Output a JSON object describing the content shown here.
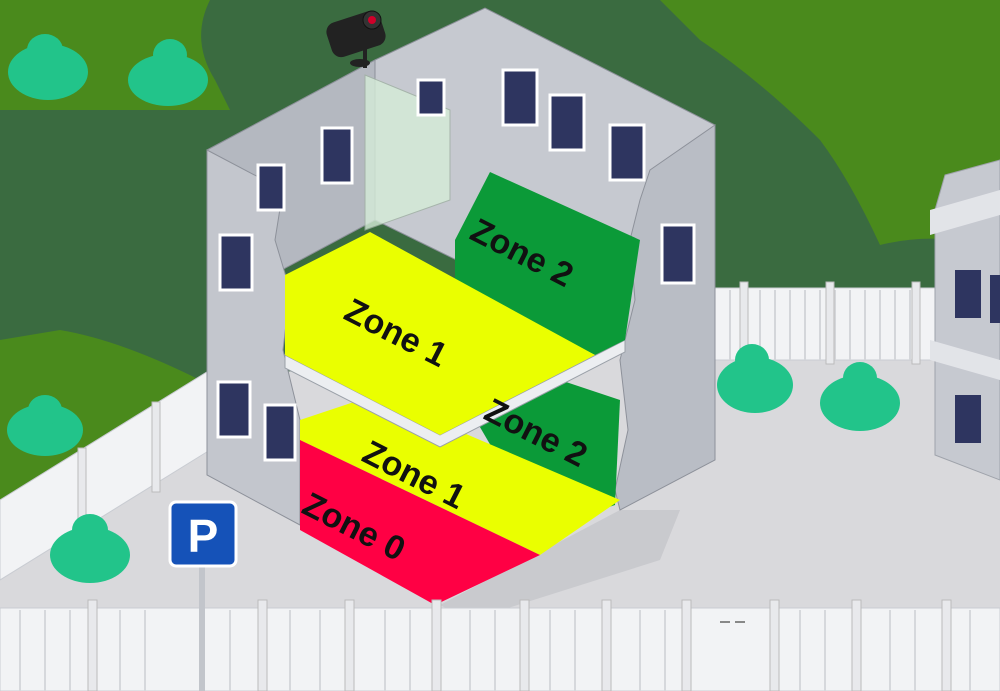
{
  "colors": {
    "grass_light": "#4a8a1c",
    "grass_dark": "#3a6b40",
    "ground": "#d9d9dc",
    "wall": "#c6c9d0",
    "wall_dark": "#a9adb6",
    "fence": "#f2f3f5",
    "zone0": "#ff0044",
    "zone1": "#eaff00",
    "zone2": "#0b9a38",
    "window": "#2e3560",
    "bush": "#22c48a",
    "parking_sign": "#1552b8"
  },
  "zones": {
    "upper_zone1": "Zone 1",
    "upper_zone2": "Zone 2",
    "lower_zone2": "Zone 2",
    "lower_zone1": "Zone 1",
    "lower_zone0": "Zone 0"
  },
  "parking_sign": {
    "label": "P"
  },
  "icons": [
    "security-camera-icon",
    "parking-sign-icon",
    "bush-icon",
    "building-icon"
  ]
}
